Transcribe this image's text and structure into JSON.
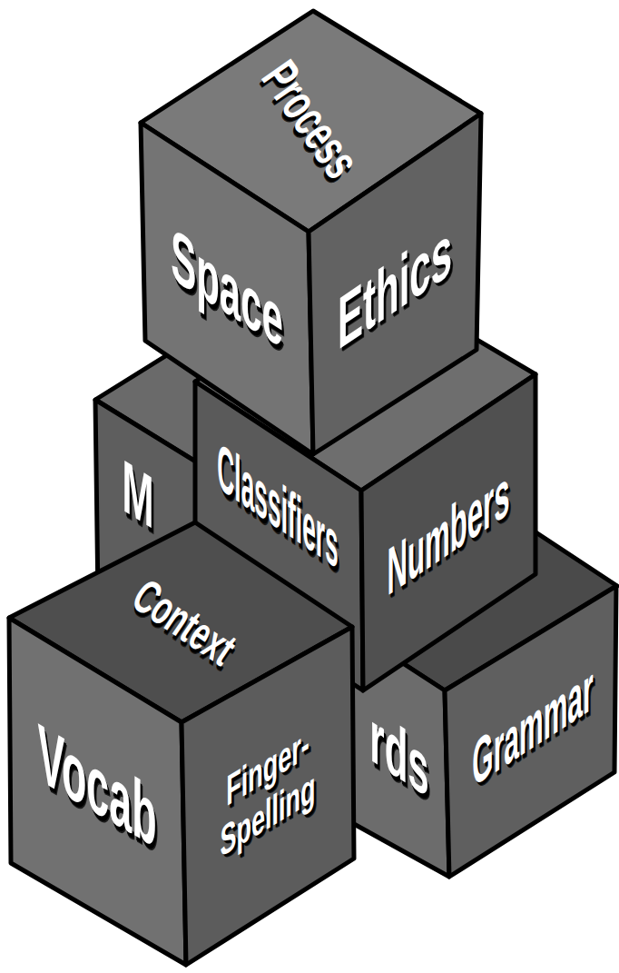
{
  "diagram": {
    "labels": [
      "Process",
      "Space",
      "Ethics",
      "M",
      "Classifiers",
      "Numbers",
      "Context",
      "Vocab",
      "Finger- Spelling",
      "rds",
      "Grammar"
    ]
  }
}
